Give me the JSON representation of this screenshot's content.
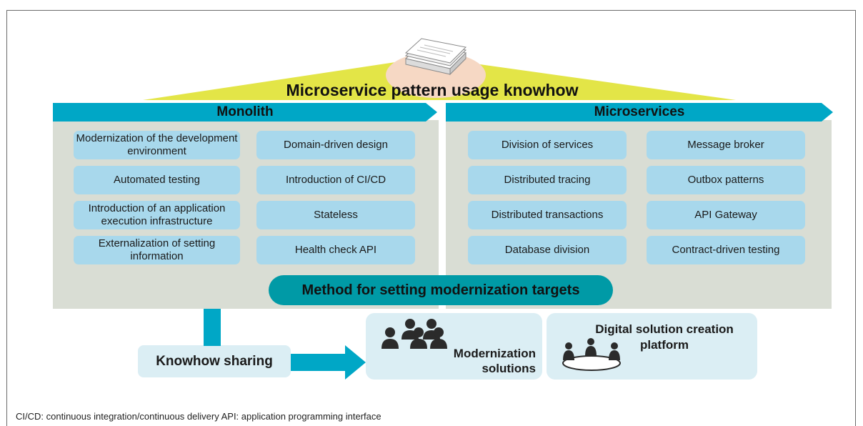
{
  "title": "Microservice pattern usage knowhow",
  "monolith": {
    "header": "Monolith",
    "left": [
      "Modernization of the development environment",
      "Automated testing",
      "Introduction of an application execution infrastructure",
      "Externalization of setting information"
    ],
    "right": [
      "Domain-driven design",
      "Introduction of CI/CD",
      "Stateless",
      "Health check API"
    ]
  },
  "microservices": {
    "header": "Microservices",
    "left": [
      "Division of services",
      "Distributed tracing",
      "Distributed transactions",
      "Database division"
    ],
    "right": [
      "Message broker",
      "Outbox patterns",
      "API Gateway",
      "Contract-driven testing"
    ]
  },
  "method": "Method for setting modernization targets",
  "knowhow_sharing": "Knowhow sharing",
  "modernization_solutions": "Modernization solutions",
  "digital_platform": "Digital solution creation platform",
  "footnote": "CI/CD: continuous integration/continuous delivery   API: application programming interface",
  "colors": {
    "band": "#00a7c6",
    "box": "#a8d8ec",
    "panel": "#d9ddd4",
    "roof": "#e3e547",
    "pill": "#009aa6"
  }
}
